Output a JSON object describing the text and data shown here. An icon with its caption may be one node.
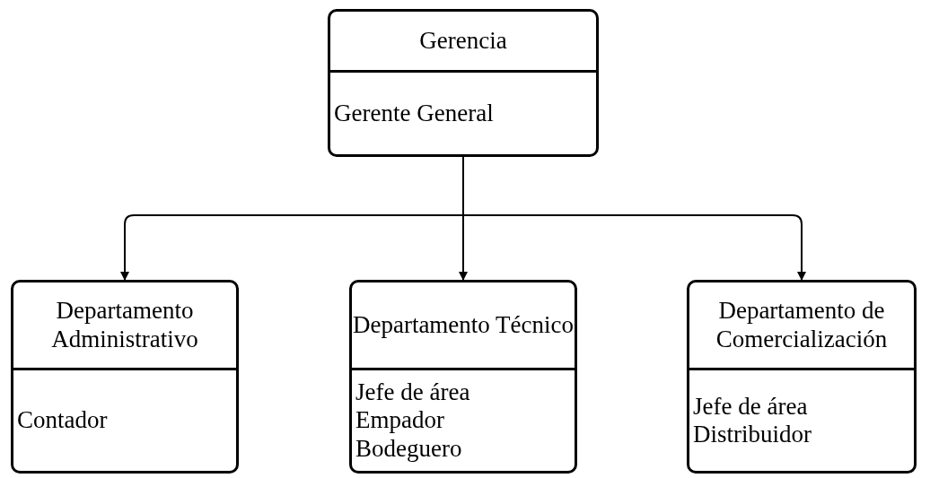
{
  "diagram": {
    "nodes": [
      {
        "text": [
          "Gerencia",
          "Gerente General"
        ]
      },
      {
        "text": [
          "Departamento Administrativo",
          "Contador"
        ]
      },
      {
        "text": [
          "Departamento Técnico",
          "Jefe de área",
          "Empador",
          "Bodeguero"
        ]
      },
      {
        "text": [
          "Departamento de Comercialización",
          "Jefe de área",
          "Distribuidor"
        ]
      }
    ],
    "edges": [
      {
        "from": 0,
        "to": 1,
        "arrow": "to"
      },
      {
        "from": 0,
        "to": 2,
        "arrow": "to"
      },
      {
        "from": 0,
        "to": 3,
        "arrow": "to"
      }
    ]
  }
}
